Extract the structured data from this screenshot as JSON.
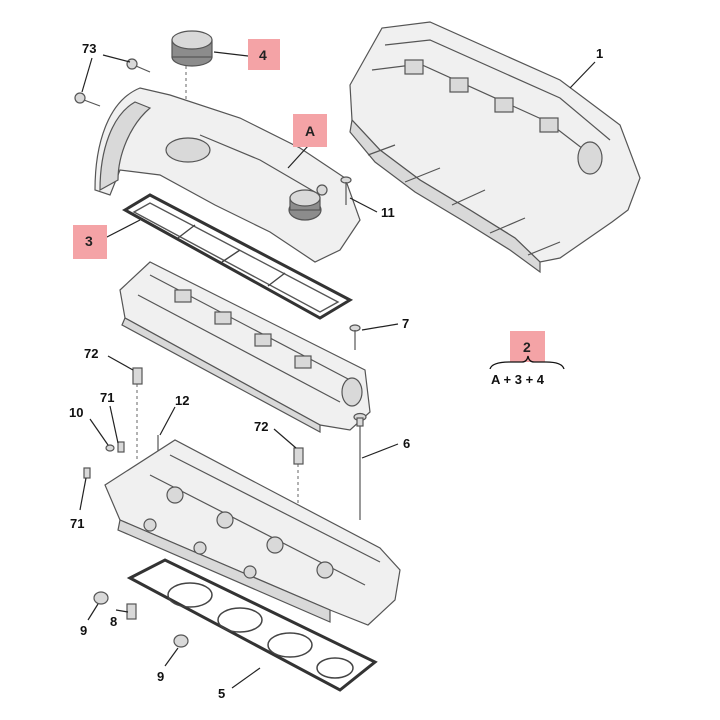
{
  "callouts": {
    "c73": "73",
    "c4": "4",
    "c1": "1",
    "cA": "A",
    "c11": "11",
    "c3": "3",
    "c7": "7",
    "c2": "2",
    "c72a": "72",
    "c71a": "71",
    "c12": "12",
    "c72b": "72",
    "c10": "10",
    "c6": "6",
    "c71b": "71",
    "c9a": "9",
    "c8": "8",
    "c9b": "9",
    "c5": "5"
  },
  "formula": "A + 3 + 4",
  "colors": {
    "highlight": "#f4a3a6",
    "part_fill": "#f0f0f0",
    "part_stroke": "#555555",
    "text": "#111111"
  }
}
